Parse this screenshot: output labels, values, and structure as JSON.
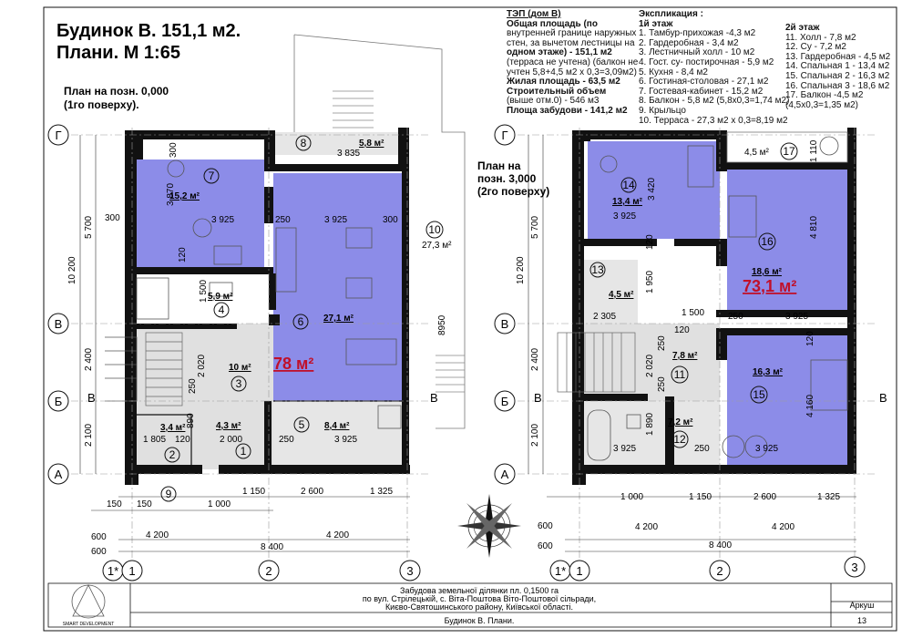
{
  "title": {
    "line1": "Будинок В. 151,1 м2.",
    "line2": "Плани. М 1:65"
  },
  "plan1": {
    "label_line1": "План на позн. 0,000",
    "label_line2": "(1го поверху)."
  },
  "plan2": {
    "label_line1": "План на",
    "label_line2": "позн. 3,000",
    "label_line3": "(2го поверху)"
  },
  "tep": {
    "heading": "ТЭП (дом В)",
    "lines": [
      {
        "text": "Общая площадь (по",
        "bold": true
      },
      {
        "text": "внутренней границе наружных",
        "bold": false
      },
      {
        "text": "стен, за вычетом лестницы на",
        "bold": false
      },
      {
        "text": "одном этаже) - 151,1 м2",
        "bold": true
      },
      {
        "text": "(терраса не учтена) (балкон не",
        "bold": false
      },
      {
        "text": "учтен 5,8+4,5 м2 х 0,3=3,09м2)",
        "bold": false
      },
      {
        "text": "Жилая площадь - 63,5 м2",
        "bold": true
      },
      {
        "text": "Строительный объем",
        "bold": true
      },
      {
        "text": "(выше отм.0) - 546 м3",
        "bold": false
      },
      {
        "text": "Площа забудови - 141,2 м2",
        "bold": true
      }
    ]
  },
  "explication": {
    "heading": "Экспликация :",
    "floor1_heading": "1й этаж",
    "floor1": [
      "1. Тамбур-прихожая -4,3 м2",
      "2. Гардеробная - 3,4 м2",
      "3. Лестничный холл - 10 м2",
      "4. Гост. су- постирочная - 5,9 м2",
      "5. Кухня - 8,4 м2",
      "6. Гостиная-столовая - 27,1 м2",
      "7. Гостевая-кабинет - 15,2 м2",
      "8. Балкон - 5,8 м2 (5,8х0,3=1,74 м2)",
      "9. Крыльцо",
      "10. Терраса - 27,3 м2 х 0,3=8,19 м2"
    ],
    "floor2_heading": "2й этаж",
    "floor2": [
      "11. Холл - 7,8 м2",
      "12. Су - 7,2 м2",
      "13. Гардеробная - 4,5 м2",
      "14. Спальная 1 - 13,4 м2",
      "15. Спальная 2 - 16,3 м2",
      "16. Спальная 3 - 18,6 м2",
      "17. Балкон -4,5 м2",
      "(4,5х0,3=1,35 м2)"
    ]
  },
  "totals": {
    "floor1": "78 м²",
    "floor2": "73,1 м²"
  },
  "rooms1": {
    "r7": {
      "num": "7",
      "area": "15,2 м²"
    },
    "r4": {
      "num": "4",
      "area": "5,9 м²"
    },
    "r6": {
      "num": "6",
      "area": "27,1 м²"
    },
    "r3": {
      "num": "3",
      "area": "10 м²"
    },
    "r2": {
      "num": "2",
      "area": "3,4 м²"
    },
    "r1": {
      "num": "1",
      "area": "4,3 м²"
    },
    "r5": {
      "num": "5",
      "area": "8,4 м²"
    },
    "r8": {
      "num": "8",
      "area": "5,8 м²"
    },
    "r9": {
      "num": "9"
    },
    "r10": {
      "num": "10",
      "area": "27,3 м²"
    }
  },
  "rooms2": {
    "r14": {
      "num": "14",
      "area": "13,4 м²"
    },
    "r16": {
      "num": "16",
      "area": "18,6 м²"
    },
    "r13": {
      "num": "13",
      "area": "4,5 м²"
    },
    "r11": {
      "num": "11",
      "area": "7,8 м²"
    },
    "r15": {
      "num": "15",
      "area": "16,3 м²"
    },
    "r12": {
      "num": "12",
      "area": "7,2 м²"
    },
    "r17": {
      "num": "17",
      "area": "4,5 м²"
    }
  },
  "axes": {
    "rows": [
      "Г",
      "В",
      "Б",
      "А"
    ],
    "cols": [
      "1*",
      "1",
      "2",
      "3"
    ],
    "section": "В"
  },
  "dims1": {
    "top_3835": "3 835",
    "r7_3870": "3 870",
    "r7_3925": "3 925",
    "r6_3925": "3 925",
    "d300a": "300",
    "d300b": "300",
    "d300c": "300",
    "d250a": "250",
    "d120a": "120",
    "d1500": "1 500",
    "d2020": "2 020",
    "d2000": "2 000",
    "d1805": "1 805",
    "d120b": "120",
    "d250b": "250",
    "d3925b": "3 925",
    "d890": "890",
    "d250c": "250",
    "d8950": "8950",
    "left_10200": "10 200",
    "left_5700": "5 700",
    "left_2400": "2 400",
    "left_2100": "2 100",
    "d150a": "150",
    "d150b": "150",
    "d1000": "1 000",
    "d1150": "1 150",
    "d2600": "2 600",
    "d1325": "1 325",
    "d600a": "600",
    "d600b": "600",
    "d4200a": "4 200",
    "d4200b": "4 200",
    "d8400": "8 400"
  },
  "dims2": {
    "d3420": "3 420",
    "d3925a": "3 925",
    "d120a": "120",
    "d4810": "4 810",
    "d1110": "1 110",
    "d1950": "1 950",
    "d2305": "2 305",
    "d1500": "1 500",
    "d250a": "250",
    "d3925b": "3 925",
    "d120b": "120",
    "d2020": "2 020",
    "d250b": "250",
    "d120c": "120",
    "d4160": "4 160",
    "d1890": "1 890",
    "d3925c": "3 925",
    "d250c": "250",
    "d3925d": "3 925",
    "d250d": "250",
    "left_10200": "10 200",
    "left_5700": "5 700",
    "left_2400": "2 400",
    "left_2100": "2 100",
    "d1000": "1 000",
    "d1150": "1 150",
    "d2600": "2 600",
    "d1325": "1 325",
    "d600a": "600",
    "d600b": "600",
    "d4200a": "4 200",
    "d4200b": "4 200",
    "d8400": "8 400"
  },
  "titleblock": {
    "project_line1": "Забудова земельної ділянки пл. 0,1500 га",
    "project_line2": "по вул. Стрілецькій, с. Віта-Поштова Віто-Поштової сільради,",
    "project_line3": "Києво-Святошинського району,  Київської області.",
    "sheet_label": "Аркуш",
    "sheet_name": "Будинок В. Плани.",
    "sheet_num": "13",
    "logo_text": "SMART DEVELOPMENT"
  },
  "colors": {
    "room_fill": "#8c8ce8",
    "wall": "#111111",
    "accent": "#c0102a",
    "hatch": "#d8d8d8"
  }
}
